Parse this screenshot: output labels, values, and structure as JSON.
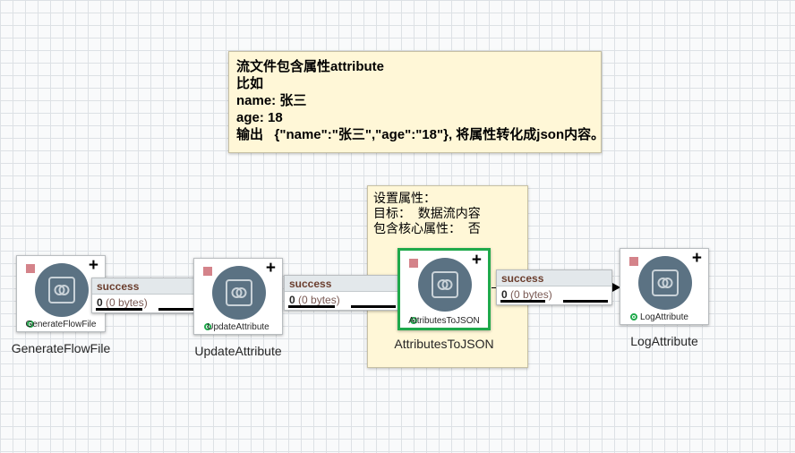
{
  "labels": {
    "main": {
      "lines": [
        "流文件包含属性attribute",
        "比如",
        "name: 张三",
        "age: 18",
        "输出   {\"name\":\"张三\",\"age\":\"18\"}, 将属性转化成json内容。"
      ]
    },
    "settings": {
      "lines": [
        "设置属性：",
        "目标：  数据流内容",
        "包含核心属性：  否"
      ]
    }
  },
  "processors": [
    {
      "type": "GenerateFlowFile",
      "name": "GenerateFlowFile"
    },
    {
      "type": "UpdateAttribute",
      "name": "UpdateAttribute"
    },
    {
      "type": "AttributesToJSON",
      "name": "AttributesToJSON"
    },
    {
      "type": "LogAttribute",
      "name": "LogAttribute"
    }
  ],
  "connections": [
    {
      "relationship": "success",
      "count": "0",
      "size": "(0 bytes)"
    },
    {
      "relationship": "success",
      "count": "0",
      "size": "(0 bytes)"
    },
    {
      "relationship": "success",
      "count": "0",
      "size": "(0 bytes)"
    }
  ],
  "colors": {
    "label_bg": "#fff7d7",
    "processor_circle": "#5b7283",
    "stopped_square": "#d4838a",
    "running_indicator": "#1fa94b",
    "selected_border": "#1fa94b",
    "relationship_text": "#6b3e2e"
  }
}
